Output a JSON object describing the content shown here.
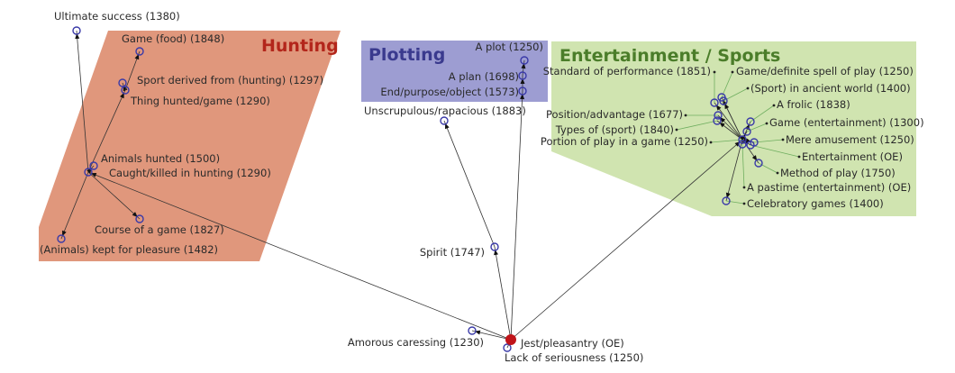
{
  "groups": {
    "hunting": {
      "title": "Hunting",
      "fill": "#e0977c",
      "title_color": "#b3261b"
    },
    "plotting": {
      "title": "Plotting",
      "fill": "#9d9dd2",
      "title_color": "#3a3a8e"
    },
    "entertainment": {
      "title": "Entertainment / Sports",
      "fill": "#d0e4b0",
      "title_color": "#4b7d2a"
    }
  },
  "root": {
    "label": "Jest/pleasantry (OE)",
    "color": "#c0141a"
  },
  "nodes": {
    "lack": "Lack of seriousness (1250)",
    "amorous": "Amorous caressing (1230)",
    "spirit": "Spirit (1747)",
    "unscrupulous": "Unscrupulous/rapacious (1883)",
    "end": "End/purpose/object (1573)",
    "plan": "A plan (1698)",
    "plot": "A plot (1250)",
    "ultimate": "Ultimate success (1380)",
    "gamefood": "Game (food) (1848)",
    "sportderived": "Sport derived from (hunting) (1297)",
    "thinghunted": "Thing hunted/game (1290)",
    "animalshunted": "Animals hunted (1500)",
    "caught": "Caught/killed in hunting (1290)",
    "course": "Course of a game (1827)",
    "kept": "(Animals) kept for pleasure (1482)",
    "standard": "Standard of performance (1851)",
    "definite": "Game/definite spell of play (1250)",
    "ancient": "(Sport) in ancient world (1400)",
    "frolic": "A frolic (1838)",
    "gameent": "Game (entertainment) (1300)",
    "position": "Position/advantage (1677)",
    "types": "Types of (sport) (1840)",
    "portion": "Portion of play in a game (1250)",
    "mere": "Mere amusement (1250)",
    "entoe": "Entertainment (OE)",
    "method": "Method of play (1750)",
    "pastime": "A pastime (entertainment) (OE)",
    "celebratory": "Celebratory games (1400)"
  },
  "colors": {
    "node_stroke": "#3a3aa8",
    "edge": "#333333",
    "leader": "#6fae5f"
  }
}
